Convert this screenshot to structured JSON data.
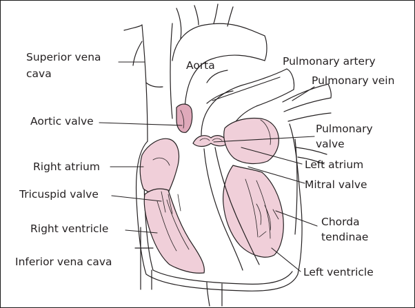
{
  "labels": {
    "superior_vena_cava_line1": "Superior vena",
    "superior_vena_cava_line2": "cava",
    "aorta": "Aorta",
    "pulmonary_artery": "Pulmonary artery",
    "pulmonary_vein": "Pulmonary vein",
    "aortic_valve": "Aortic valve",
    "pulmonary_valve_line1": "Pulmonary",
    "pulmonary_valve_line2": "valve",
    "right_atrium": "Right atrium",
    "left_atrium": "Left atrium",
    "tricuspid_valve": "Tricuspid valve",
    "mitral_valve": "Mitral valve",
    "right_ventricle": "Right ventricle",
    "chorda_tendinae_line1": "Chorda",
    "chorda_tendinae_line2": "tendinae",
    "inferior_vena_cava": "Inferior vena cava",
    "left_ventricle": "Left ventricle"
  },
  "colors": {
    "chamber_fill": "#f0cfd9",
    "chamber_shade": "#dfa9ba",
    "outline": "#231f20",
    "background": "#ffffff"
  }
}
